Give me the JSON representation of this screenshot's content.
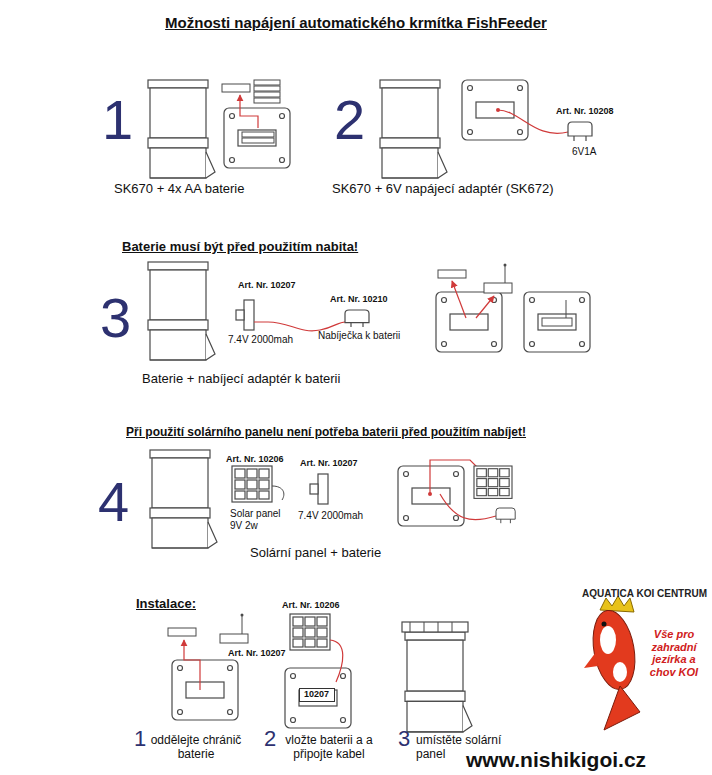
{
  "diagram": {
    "title": "Možnosti napájení automatického krmítka FishFeeder",
    "nodes": [
      {
        "text": [
          "10207"
        ]
      }
    ],
    "labels": [
      "1",
      "SK670 + 4x AA baterie",
      "2",
      "Art. Nr. 10208",
      "6V1A",
      "SK670 + 6V napájecí adaptér (SK672)",
      "Baterie musí být před použitím nabita!",
      "3",
      "Art. Nr. 10207",
      "7.4V 2000mah",
      "Art. Nr. 10210",
      "Nabíječka k baterii",
      "Baterie + nabíjecí adaptér k baterii",
      "Při použití solárního panelu není potřeba baterii před použitím nabíjet!",
      "4",
      "Art. Nr. 10206",
      "Solar panel 9V 2w",
      "Art. Nr. 10207",
      "7.4V 2000mah",
      "Solární panel + baterie",
      "Instalace:",
      "Art. Nr. 10207",
      "Art. Nr. 10206",
      "1",
      "oddělejte chránič baterie",
      "2",
      "vložte baterii a a připojte kabel",
      "3",
      "umístěte solární panel",
      "AQUATICA KOI CENTRUM",
      "Vše pro zahradní jezírka a chov KOI",
      "www.nishikigoi.cz"
    ]
  }
}
